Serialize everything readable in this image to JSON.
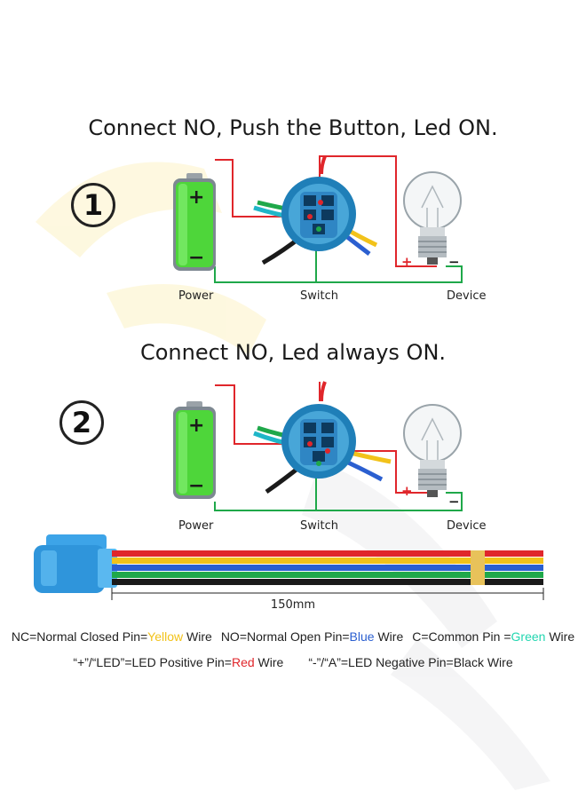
{
  "diagram1": {
    "number": "1",
    "title": "Connect NO, Push the Button, Led ON.",
    "labels": {
      "power": "Power",
      "switch": "Switch",
      "device": "Device"
    }
  },
  "diagram2": {
    "number": "2",
    "title": "Connect NO, Led always ON.",
    "labels": {
      "power": "Power",
      "switch": "Switch",
      "device": "Device"
    }
  },
  "battery": {
    "plus": "+",
    "minus": "−"
  },
  "bulb": {
    "plus": "+",
    "minus": "−"
  },
  "cable": {
    "length": "150mm"
  },
  "legend": {
    "line1": {
      "nc_prefix": "NC=Normal Closed Pin=",
      "nc_color": "Yellow",
      "nc_suffix": " Wire",
      "no_prefix": "NO=Normal Open Pin=",
      "no_color": "Blue",
      "no_suffix": " Wire",
      "c_prefix": "C=Common Pin =",
      "c_color": "Green",
      "c_suffix": " Wire"
    },
    "line2": {
      "led_prefix": "“+”/“LED”=LED Positive Pin=",
      "led_color": "Red",
      "led_suffix": " Wire",
      "neg_prefix": "“-”/“A”=LED Negative Pin=Black Wire"
    }
  },
  "colors": {
    "red": "#e0262b",
    "green": "#1fa84a",
    "yellow": "#f2c21a",
    "blue": "#2b5fd0",
    "black": "#1a1a1a",
    "teal": "#1fb6c8"
  }
}
